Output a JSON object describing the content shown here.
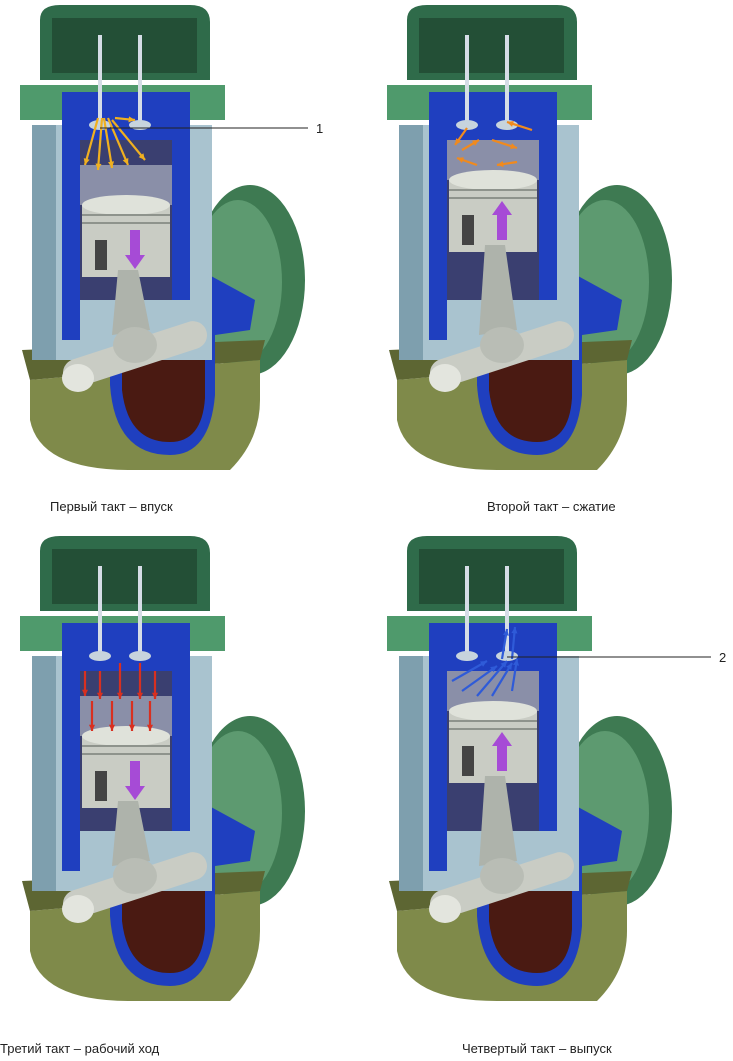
{
  "strokes": [
    {
      "caption": "Первый такт – впуск",
      "callout": "1",
      "piston": "down",
      "gas": "intake"
    },
    {
      "caption": "Второй такт – сжатие",
      "callout": "",
      "piston": "up",
      "gas": "compress"
    },
    {
      "caption": "Третий такт – рабочий ход",
      "callout": "",
      "piston": "down",
      "gas": "power"
    },
    {
      "caption": "Четвертый такт – выпуск",
      "callout": "2",
      "piston": "up",
      "gas": "exhaust"
    }
  ],
  "colors": {
    "head": "#2f6b4a",
    "head_light": "#4f9a6c",
    "jacket": "#1f3fbf",
    "cylinder": "#a9c3cf",
    "cylinder_dark": "#7e9fae",
    "sump": "#7f8a4a",
    "sump_dark": "#5d6633",
    "oil": "#4a1a12",
    "flywheel": "#3e7a52",
    "metal": "#c9ccc4",
    "metal_dark": "#8e938c",
    "arrow_piston": "#a64bd6",
    "gas_intake": "#f0b020",
    "gas_compress": "#f08a1e",
    "gas_power": "#d83020",
    "gas_exhaust": "#2f5bd8"
  }
}
